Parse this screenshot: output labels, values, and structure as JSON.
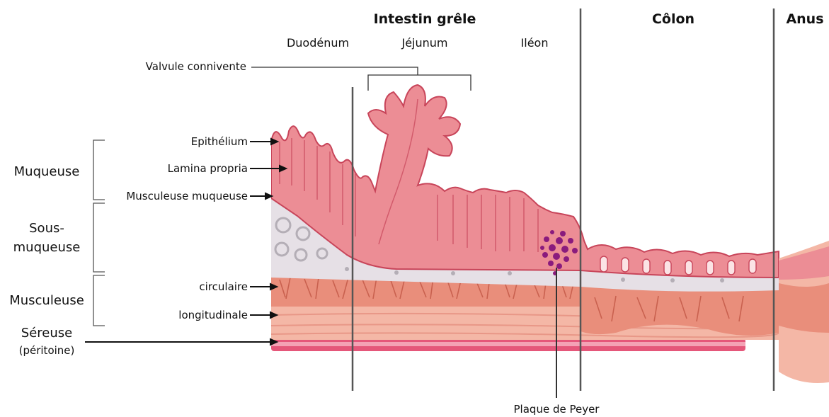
{
  "sections": {
    "intestin_grele": "Intestin grêle",
    "colon": "Côlon",
    "anus": "Anus"
  },
  "subsections": {
    "duodenum": "Duodénum",
    "jejunum": "Jéjunum",
    "ileon": "Iléon"
  },
  "callouts": {
    "valvule": "Valvule connivente",
    "epithelium": "Epithélium",
    "lamina": "Lamina propria",
    "musc_muqueuse": "Musculeuse muqueuse",
    "circulaire": "circulaire",
    "longitudinale": "longitudinale",
    "plaque": "Plaque de Peyer"
  },
  "layers": {
    "muqueuse": "Muqueuse",
    "sous_l1": "Sous-",
    "sous_l2": "muqueuse",
    "musculeuse": "Musculeuse",
    "sereuse": "Séreuse",
    "peritoine": "(péritoine)"
  },
  "colors": {
    "mucosa": "#ec8d95",
    "mucosa_dark": "#c8455a",
    "submucosa": "#e6e0e6",
    "muscle": "#e98e7b",
    "muscle_longitudinal": "#f4b7a6",
    "serosa": "#e5577a",
    "peyer": "#8a1b7d"
  }
}
